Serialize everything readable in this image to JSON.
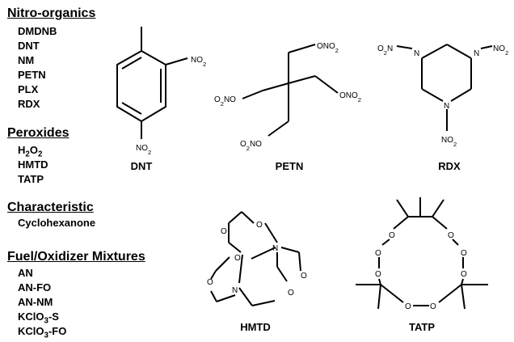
{
  "categories": [
    {
      "title": "Nitro-organics",
      "items": [
        "DMDNB",
        "DNT",
        "NM",
        "PETN",
        "PLX",
        "RDX"
      ]
    },
    {
      "title": "Peroxides",
      "items": [
        "H2O2",
        "HMTD",
        "TATP"
      ]
    },
    {
      "title": "Characteristic",
      "items": [
        "Cyclohexanone"
      ]
    },
    {
      "title": "Fuel/Oxidizer Mixtures",
      "items": [
        "AN",
        "AN-FO",
        "AN-NM",
        "KClO3-S",
        "KClO3-FO"
      ]
    }
  ],
  "structures": {
    "dnt": {
      "caption": "DNT",
      "groups": [
        "NO2",
        "NO2"
      ]
    },
    "petn": {
      "caption": "PETN",
      "groups": [
        "ONO2",
        "O2NO",
        "ONO2",
        "O2NO"
      ]
    },
    "rdx": {
      "caption": "RDX",
      "groups": [
        "O2N",
        "NO2",
        "NO2"
      ],
      "atoms": [
        "N",
        "N",
        "N"
      ]
    },
    "hmtd": {
      "caption": "HMTD",
      "atoms": [
        "O",
        "O",
        "O",
        "O",
        "O",
        "O",
        "N",
        "N"
      ]
    },
    "tatp": {
      "caption": "TATP",
      "atoms": [
        "O",
        "O",
        "O",
        "O",
        "O",
        "O",
        "O",
        "O"
      ]
    }
  }
}
